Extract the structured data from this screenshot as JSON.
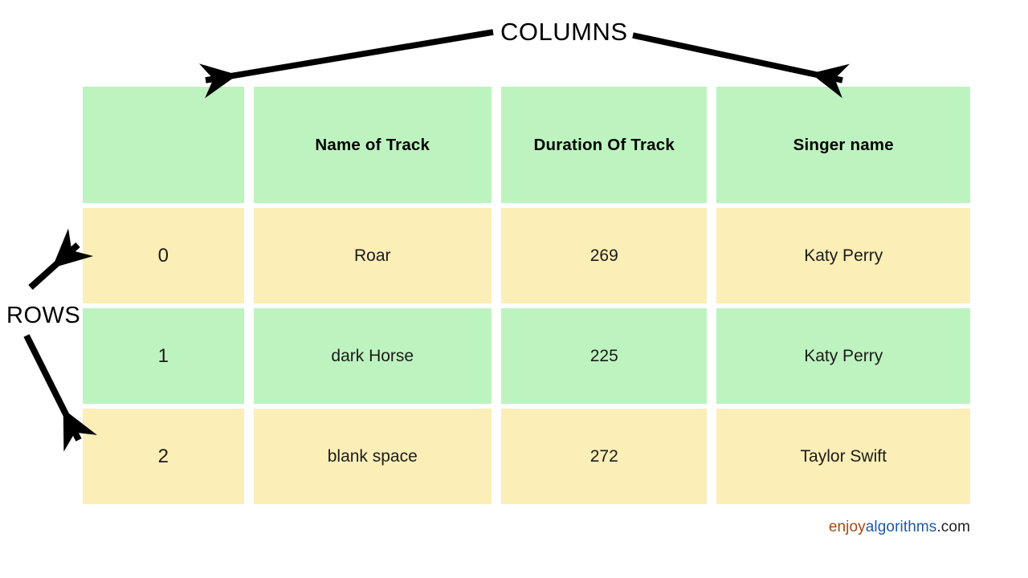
{
  "annotations": {
    "columns_label": "COLUMNS",
    "rows_label": "ROWS"
  },
  "table": {
    "headers": [
      "",
      "Name of Track",
      "Duration Of Track",
      "Singer name"
    ],
    "rows": [
      {
        "index": "0",
        "track": "Roar",
        "duration": "269",
        "singer": "Katy Perry"
      },
      {
        "index": "1",
        "track": "dark Horse",
        "duration": "225",
        "singer": "Katy Perry"
      },
      {
        "index": "2",
        "track": "blank space",
        "duration": "272",
        "singer": "Taylor Swift"
      }
    ]
  },
  "footer": {
    "logo_part1": "enjoy",
    "logo_part2": "algorithms",
    "logo_part3": ".com"
  },
  "colors": {
    "header_cell": "#bdf3bf",
    "green_row": "#bdf3bf",
    "yellow_row": "#fbeeb6",
    "arrow": "#000000",
    "logo_enjoy": "#a44a12",
    "logo_algorithms": "#1b5aa6",
    "logo_tld": "#202020",
    "background": "#ffffff"
  }
}
